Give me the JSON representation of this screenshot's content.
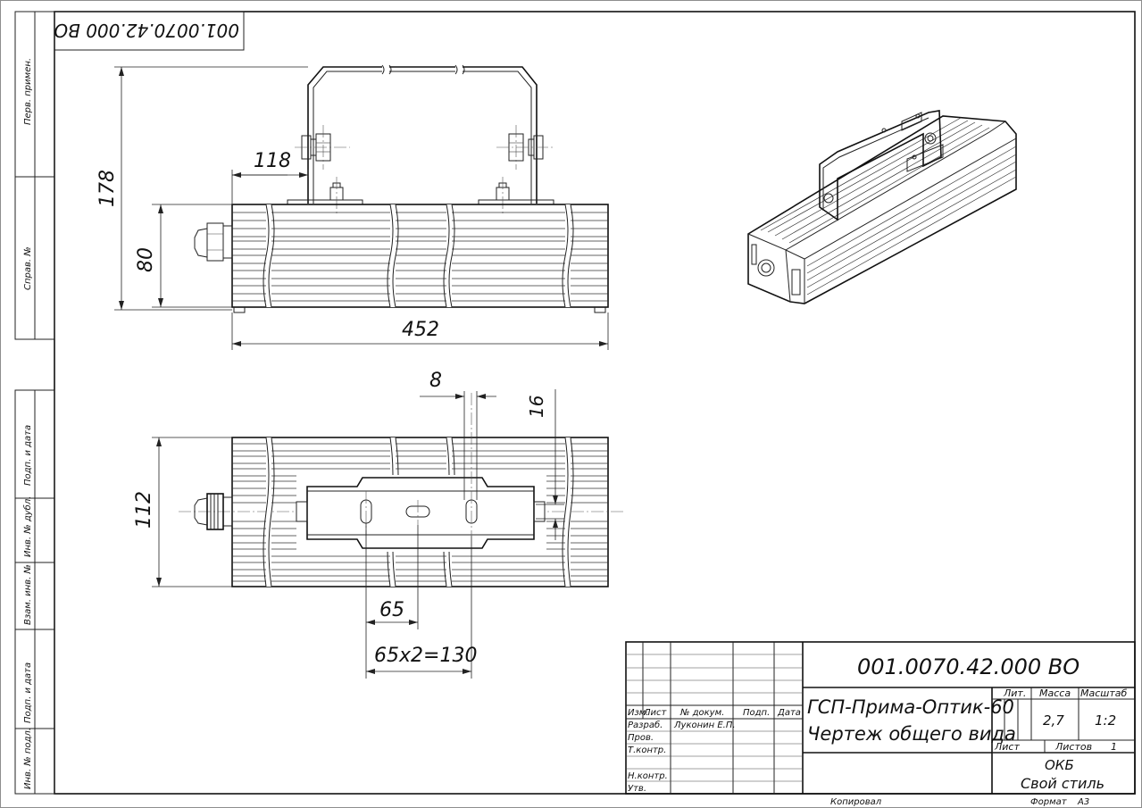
{
  "drawing_code_box": "001.0070.42.000 ВО",
  "side_strip": {
    "perv_primen": "Перв. примен.",
    "sprav_no": "Справ. №",
    "podp_data_1": "Подп. и дата",
    "inv_dubl": "Инв. № дубл.",
    "vzam_inv": "Взам. инв. №",
    "podp_data_2": "Подп. и дата",
    "inv_podl": "Инв. № подл."
  },
  "dimensions": {
    "d118": "118",
    "d178": "178",
    "d80": "80",
    "d452": "452",
    "d8": "8",
    "d16": "16",
    "d112": "112",
    "d65": "65",
    "d65x2": "65x2=130"
  },
  "title_block": {
    "code": "001.0070.42.000 ВО",
    "name_line1": "ГСП-Прима-Оптик-60",
    "name_line2": "Чертеж общего вида",
    "h_izm": "Изм.",
    "h_list": "Лист",
    "h_dokum": "№ докум.",
    "h_podp": "Подп.",
    "h_data": "Дата",
    "r_razrab": "Разраб.",
    "r_razrab_name": "Луконин Е.П.",
    "r_prov": "Пров.",
    "r_tkontr": "Т.контр.",
    "r_nkontr": "Н.контр.",
    "r_utv": "Утв.",
    "lit": "Лит.",
    "massa": "Масса",
    "masshtab": "Масштаб",
    "massa_value": "2,7",
    "masshtab_value": "1:2",
    "list_label": "Лист",
    "listov_label": "Листов",
    "listov_value": "1",
    "org_line1": "ОКБ",
    "org_line2": "Свой стиль"
  },
  "footer": {
    "kopiroval": "Копировал",
    "format_label": "Формат",
    "format_value": "А3"
  }
}
